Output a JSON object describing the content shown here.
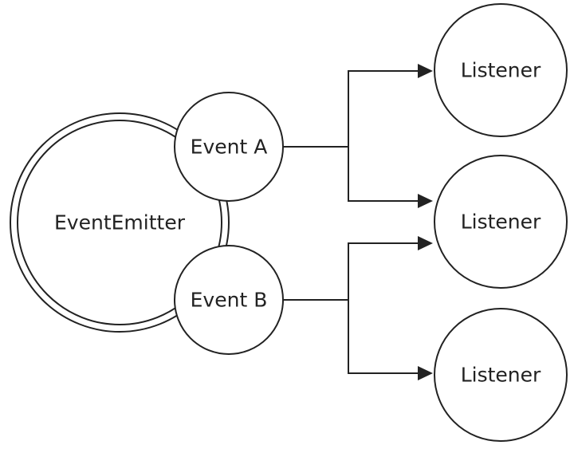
{
  "diagram": {
    "emitter": {
      "label": "EventEmitter"
    },
    "events": [
      {
        "label": "Event A"
      },
      {
        "label": "Event B"
      }
    ],
    "listeners": [
      {
        "label": "Listener"
      },
      {
        "label": "Listener"
      },
      {
        "label": "Listener"
      }
    ],
    "connections": [
      {
        "from": "Event A",
        "to": "Listener 1"
      },
      {
        "from": "Event A",
        "to": "Listener 2"
      },
      {
        "from": "Event B",
        "to": "Listener 2"
      },
      {
        "from": "Event B",
        "to": "Listener 3"
      }
    ],
    "colors": {
      "stroke": "#222222",
      "background": "#ffffff"
    }
  }
}
